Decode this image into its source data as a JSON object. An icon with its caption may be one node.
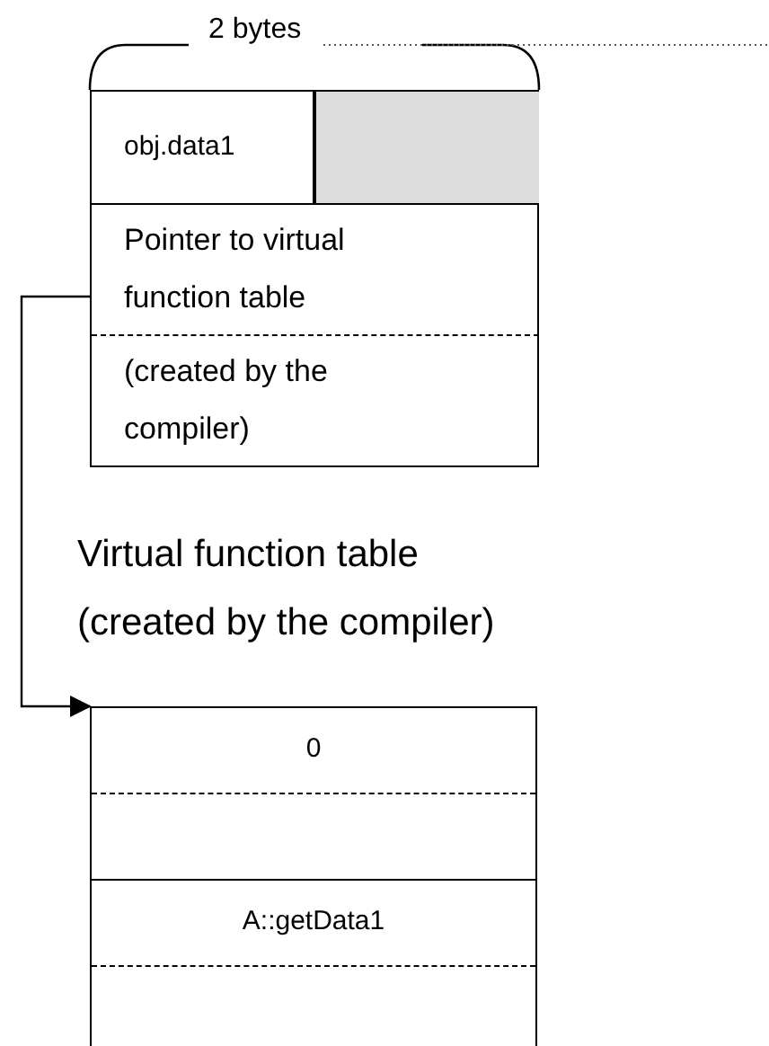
{
  "diagram": {
    "nodes": [
      {
        "text": [],
        "shape": "box"
      },
      {
        "text": [
          "obj.data1"
        ],
        "in": 0
      },
      {
        "text": [],
        "shape": "box",
        "in": 0
      },
      {
        "text": [
          "Pointer to virtual function table",
          "(created by the compiler)"
        ],
        "in": 0
      },
      {
        "text": [],
        "shape": "box"
      },
      {
        "text": [
          "0"
        ],
        "in": 4
      },
      {
        "text": [
          "A::getData1"
        ],
        "in": 4
      }
    ],
    "edges": [
      {
        "from": 3,
        "to": 4,
        "arrow": "to"
      }
    ],
    "labels": [
      "2 bytes",
      "Virtual function table (created by the compiler)"
    ]
  }
}
